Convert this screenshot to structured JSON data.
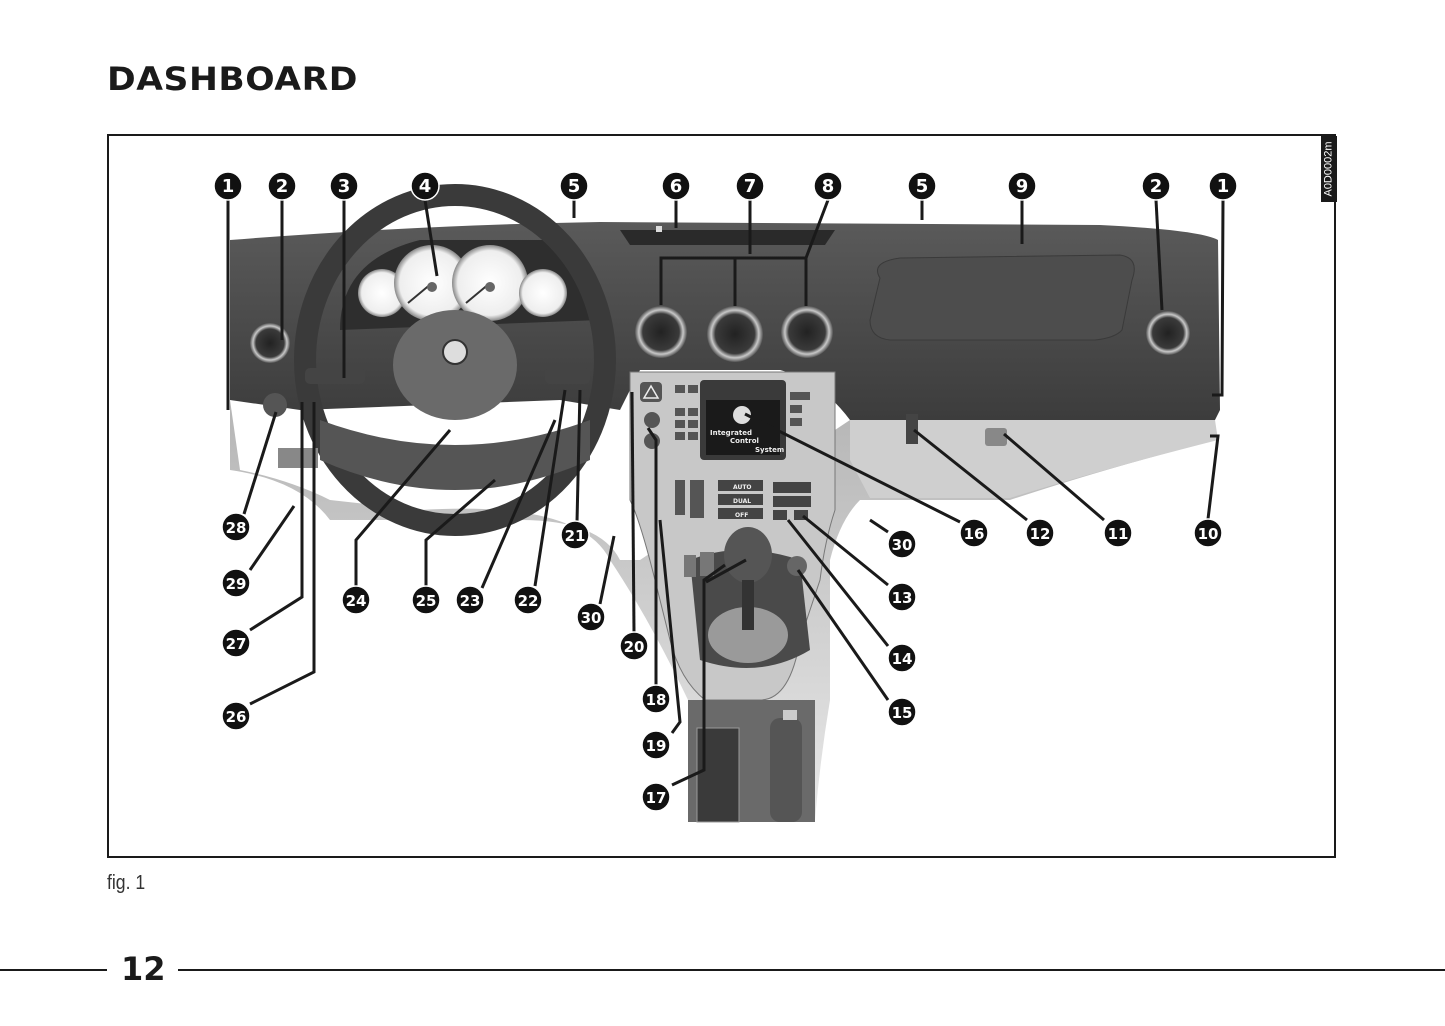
{
  "page": {
    "title": "DASHBOARD",
    "figure_code": "A0D0002m",
    "caption": "fig. 1",
    "page_number": "12"
  },
  "display": {
    "line1": "Integrated",
    "line2": "Control",
    "line3": "System"
  },
  "console_buttons": [
    "AUTO",
    "DUAL",
    "OFF"
  ],
  "callouts": [
    "1",
    "2",
    "3",
    "4",
    "5",
    "6",
    "7",
    "8",
    "5",
    "9",
    "2",
    "1",
    "10",
    "11",
    "12",
    "16",
    "30",
    "13",
    "14",
    "15",
    "28",
    "29",
    "27",
    "26",
    "24",
    "25",
    "23",
    "22",
    "21",
    "30",
    "20",
    "18",
    "19",
    "17"
  ]
}
